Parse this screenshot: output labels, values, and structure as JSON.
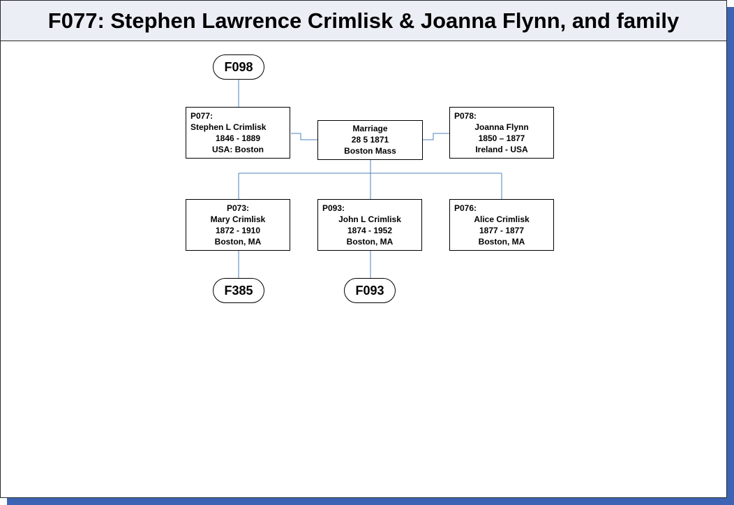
{
  "title": "F077: Stephen Lawrence Crimlisk & Joanna Flynn, and family",
  "colors": {
    "shadow": "#3d64b4",
    "header_bg": "#eceef6",
    "connector": "#4f81bd"
  },
  "family_refs": {
    "parent": "F098",
    "child_1": "F385",
    "child_2": "F093"
  },
  "husband": {
    "id": "P077:",
    "name": "Stephen L Crimlisk",
    "dates": "1846 - 1889",
    "place": "USA: Boston"
  },
  "wife": {
    "id": "P078:",
    "name": "Joanna Flynn",
    "dates": "1850 – 1877",
    "place": "Ireland - USA"
  },
  "marriage": {
    "label": "Marriage",
    "date": "28 5 1871",
    "place": "Boston Mass"
  },
  "children": [
    {
      "id": "P073:",
      "name": "Mary Crimlisk",
      "dates": "1872 - 1910",
      "place": "Boston, MA"
    },
    {
      "id": "P093:",
      "name": "John L Crimlisk",
      "dates": "1874 - 1952",
      "place": "Boston, MA"
    },
    {
      "id": "P076:",
      "name": "Alice Crimlisk",
      "dates": "1877 - 1877",
      "place": "Boston, MA"
    }
  ]
}
